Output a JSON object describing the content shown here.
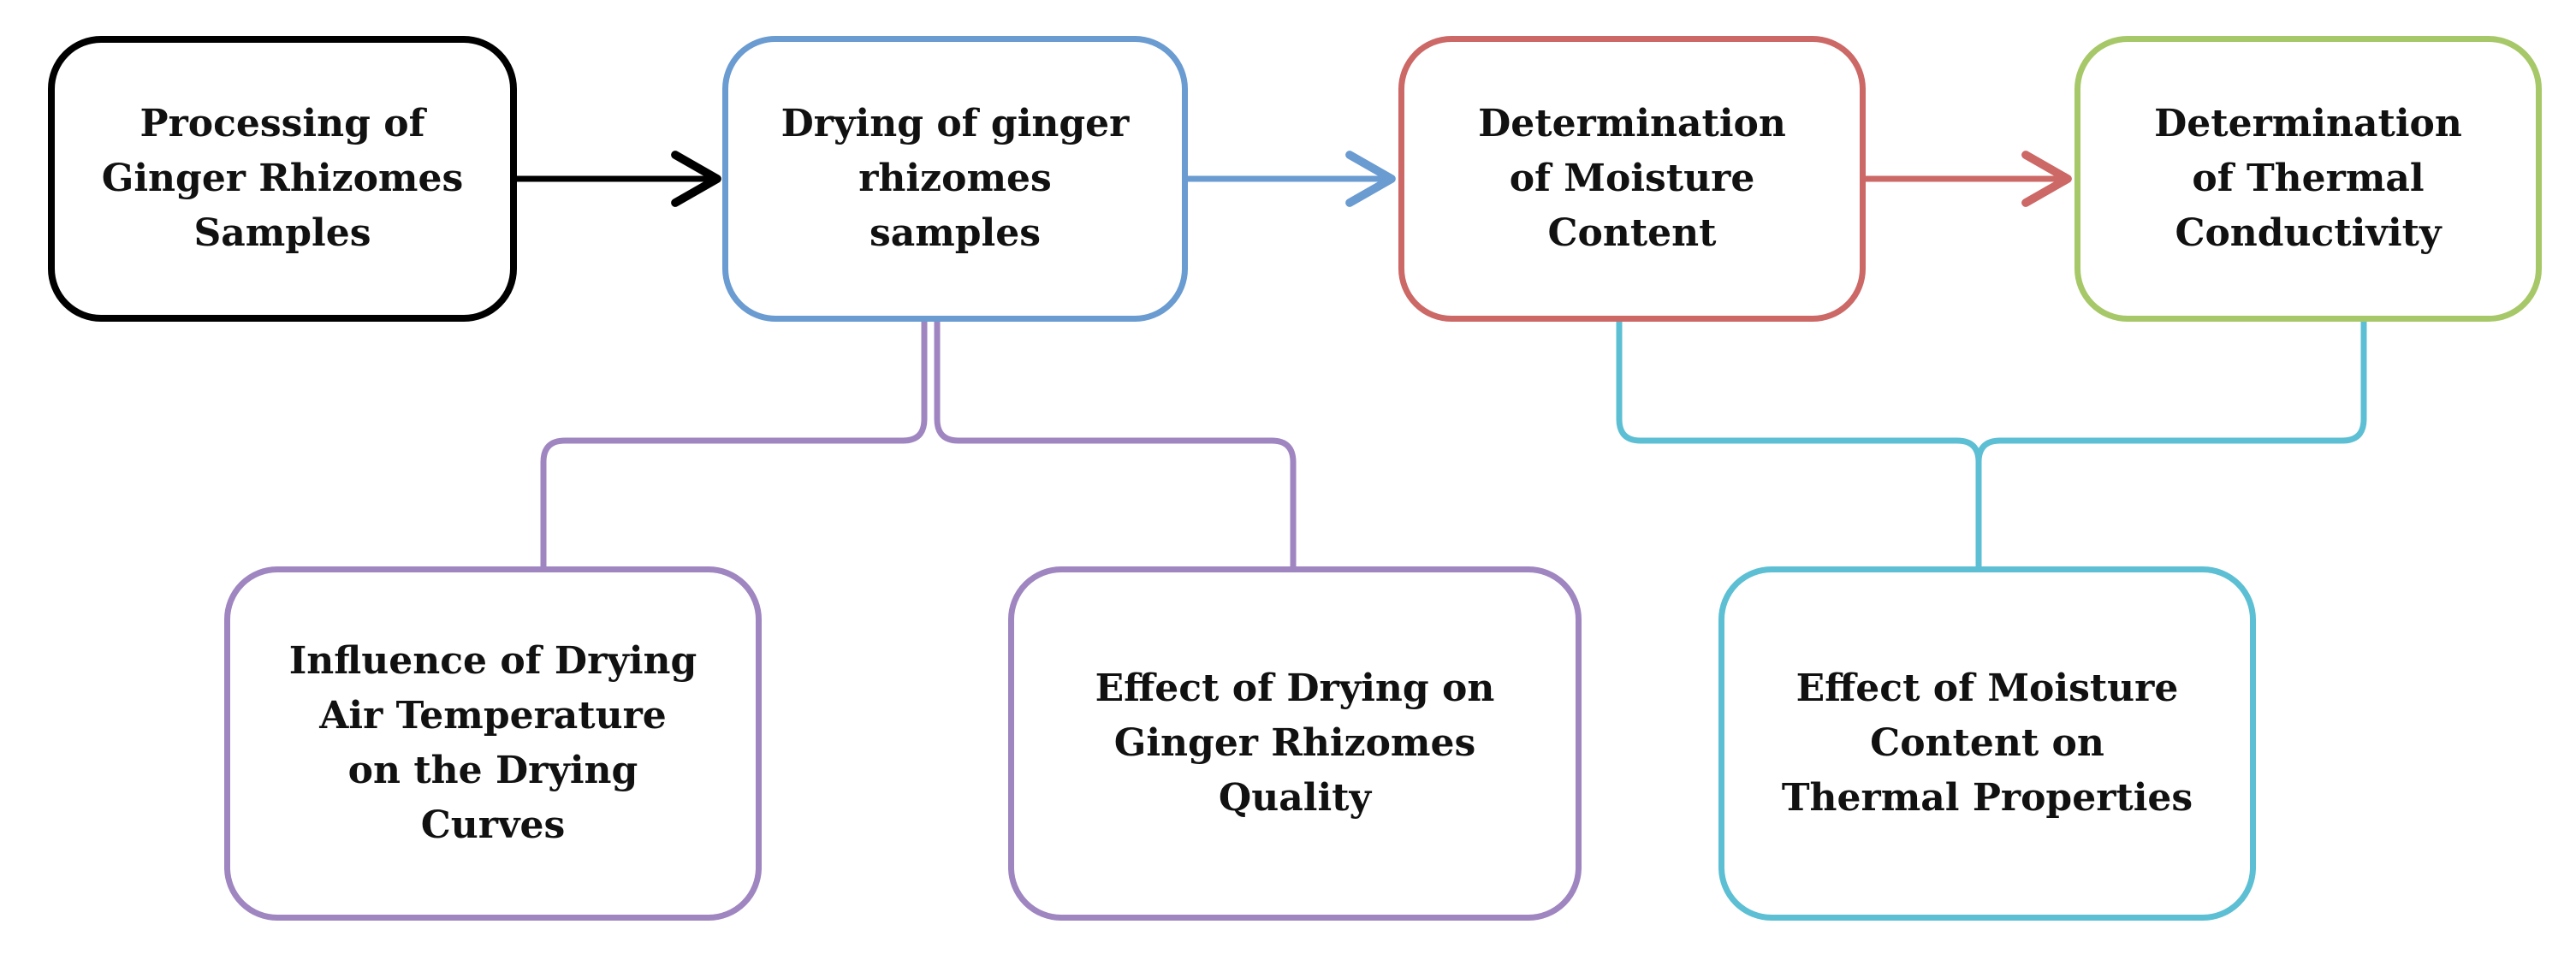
{
  "colors": {
    "black": "#000000",
    "blue": "#6a9bd1",
    "red": "#cc6866",
    "green": "#a7c868",
    "purple": "#9f86c1",
    "cyan": "#5dbfd3"
  },
  "boxes": {
    "processing": "Processing of\nGinger Rhizomes\nSamples",
    "drying": "Drying of ginger\nrhizomes\nsamples",
    "moisture": "Determination\nof Moisture\nContent",
    "thermal": "Determination\nof Thermal\nConductivity",
    "influence": "Influence of Drying\nAir Temperature\non the Drying\nCurves",
    "quality": "Effect of Drying on\nGinger Rhizomes\nQuality",
    "thermal_props": "Effect of Moisture\nContent on\nThermal Properties"
  }
}
